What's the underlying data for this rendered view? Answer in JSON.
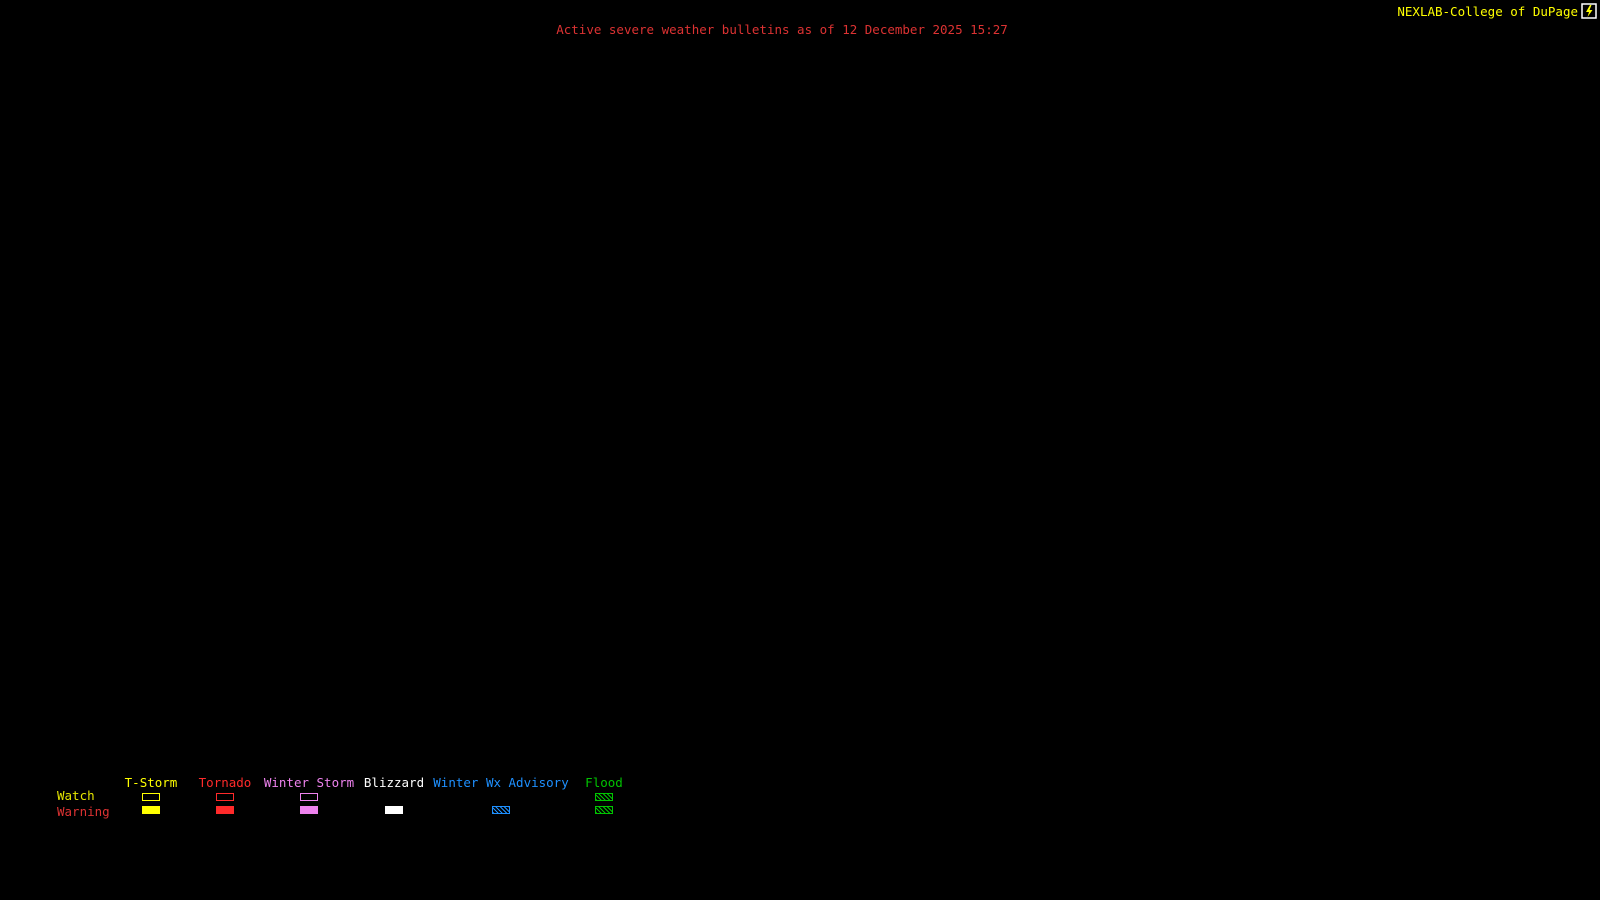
{
  "header": {
    "brand": "NEXLAB-College of DuPage"
  },
  "title": "Active severe weather bulletins as of 12 December 2025 15:27",
  "legend": {
    "row_labels": {
      "watch": "Watch",
      "warning": "Warning"
    },
    "columns": [
      {
        "label": "T-Storm",
        "color": "#ffff00",
        "watch_style": "outline",
        "warning_style": "fill"
      },
      {
        "label": "Tornado",
        "color": "#ff2a2a",
        "watch_style": "outline",
        "warning_style": "fill"
      },
      {
        "label": "Winter Storm",
        "color": "#ee82ee",
        "watch_style": "outline",
        "warning_style": "fill"
      },
      {
        "label": "Blizzard",
        "color": "#ffffff",
        "watch_style": "none",
        "warning_style": "fill"
      },
      {
        "label": "Winter Wx Advisory",
        "color": "#1e90ff",
        "watch_style": "none",
        "warning_style": "hatch"
      },
      {
        "label": "Flood",
        "color": "#00c400",
        "watch_style": "hatch",
        "warning_style": "hatch"
      }
    ]
  },
  "colors": {
    "background": "#000000",
    "brand_text": "#ffff00",
    "title_text": "#dc3232",
    "watch_label": "#e6e600",
    "warning_label": "#dc3232"
  }
}
